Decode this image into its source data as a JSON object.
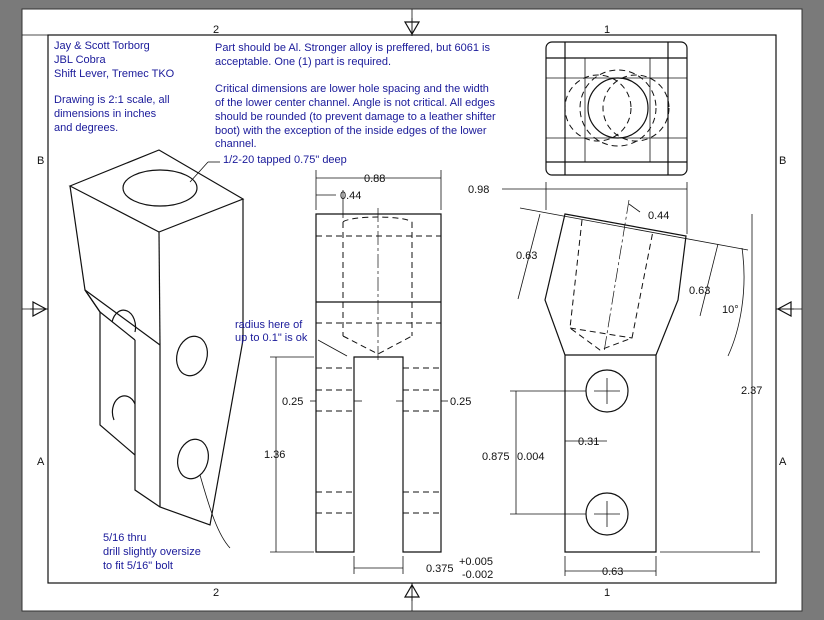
{
  "notes": {
    "author": [
      "Jay & Scott Torborg",
      "JBL Cobra",
      "Shift Lever, Tremec TKO"
    ],
    "scale": [
      "Drawing is 2:1 scale, all",
      "dimensions in inches",
      "and degrees."
    ],
    "material": [
      "Part should be Al. Stronger alloy is preffered, but 6061 is",
      "acceptable. One (1) part is required."
    ],
    "critical": [
      "Critical dimensions are lower hole spacing and the width",
      "of the lower center channel. Angle is not critical. All edges",
      "should be rounded (to prevent damage to a leather shifter",
      "boot) with the exception of the inside edges of the lower",
      "channel."
    ]
  },
  "callouts": {
    "tapped": "1/2-20 tapped 0.75\" deep",
    "radius": [
      "radius here of",
      "up to 0.1\" is ok"
    ],
    "drill": [
      "5/16 thru",
      "drill slightly oversize",
      "to fit 5/16\" bolt"
    ]
  },
  "zones": {
    "top_left": "2",
    "top_right": "1",
    "left_top": "B",
    "left_bottom": "A",
    "right_top": "B",
    "right_bottom": "A",
    "bottom_left": "2",
    "bottom_right": "1"
  },
  "front_dims": {
    "width": "0.88",
    "hole": "0.44",
    "slot_left": "0.25",
    "slot_right": "0.25",
    "leg_height": "1.36",
    "channel": "0.375",
    "tol_plus": "+0.005",
    "tol_minus": "-0.002"
  },
  "side_dims": {
    "top_width": "0.98",
    "top_offset": "0.44",
    "left_depth": "0.63",
    "right_depth": "0.63",
    "angle": "10°",
    "height": "2.37",
    "hole_spacing": "0.875",
    "hole_tol": "0.004",
    "hole_offset": "0.31",
    "bottom_width": "0.63"
  }
}
